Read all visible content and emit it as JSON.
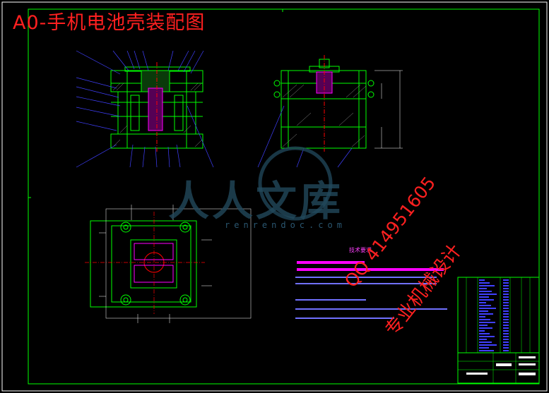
{
  "title": "A0-手机电池壳装配图",
  "watermark": {
    "name": "人人文库",
    "url": "renrendoc.com"
  },
  "tech_req": {
    "heading": "技术要求"
  },
  "contact": {
    "qq": "QQ 414951605",
    "label": "专业机械设计"
  },
  "colors": {
    "background": "#000000",
    "frame": "#ffffff",
    "part": "#00ff00",
    "leader": "#4040ff",
    "magenta": "#ff00ff",
    "title_red": "#ff2020",
    "hatch": "#c0c0c0"
  }
}
